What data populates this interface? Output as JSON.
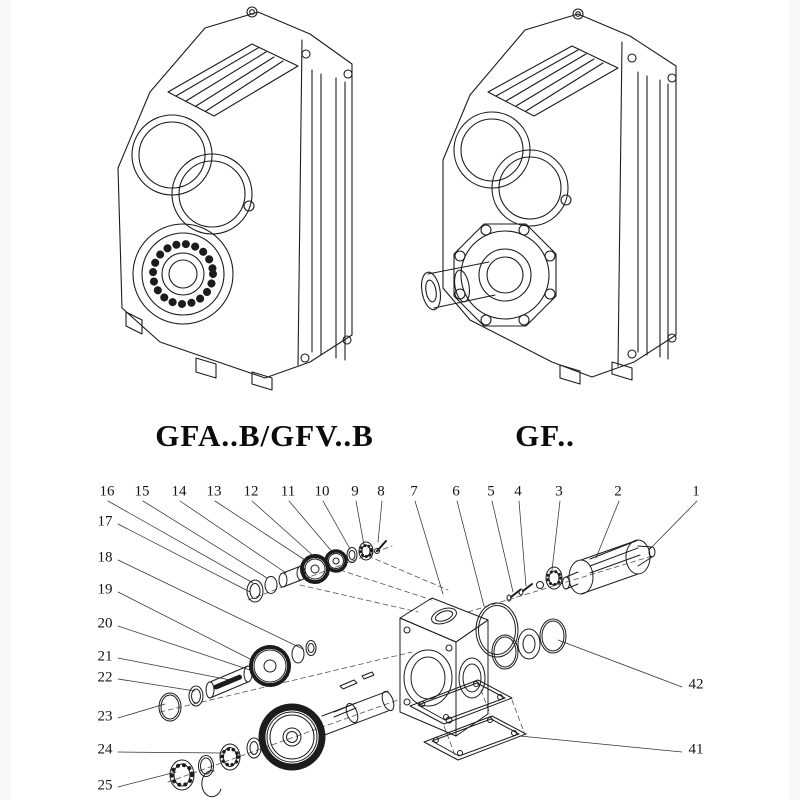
{
  "colors": {
    "ink": "#1c1c1c",
    "paper": "#ffffff",
    "leader": "#333333"
  },
  "model_labels": {
    "left": "GFA..B/GFV..B",
    "right": "GF.."
  },
  "callouts": {
    "top": [
      "16",
      "15",
      "14",
      "13",
      "12",
      "11",
      "10",
      "9",
      "8",
      "7",
      "6",
      "5",
      "4",
      "3",
      "2",
      "1"
    ],
    "left": [
      "17",
      "18",
      "19",
      "20",
      "21",
      "22",
      "23",
      "24",
      "25"
    ],
    "right": [
      "42",
      "41"
    ]
  }
}
